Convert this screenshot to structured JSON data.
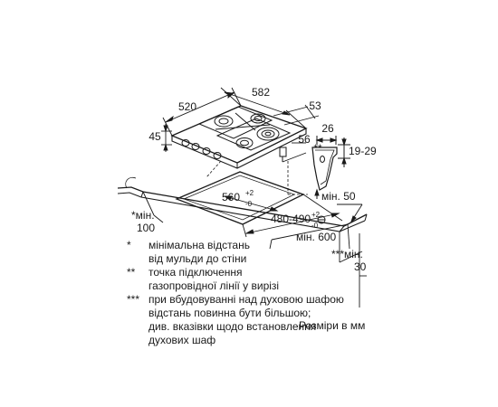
{
  "dimensions": {
    "d520": "520",
    "d582": "582",
    "d53": "53",
    "d45": "45",
    "d26": "26",
    "d56": "56",
    "d19_29": "19-29",
    "cutout_width_base": "560",
    "cutout_width_tol_plus": "+2",
    "cutout_width_tol_minus": "-0",
    "cutout_depth_base": "480-490",
    "cutout_depth_tol_plus": "+2",
    "cutout_depth_tol_minus": "-0",
    "min50": "мін. 50",
    "min600": "мін. 600",
    "min100_line1": "*мін.",
    "min100_line2": "100",
    "min30_line1": "***мін.",
    "min30_line2": "30",
    "connector_mark": "**"
  },
  "notes": [
    {
      "marker": "*",
      "lines": [
        "мінімальна відстань",
        "від мульди до стіни"
      ]
    },
    {
      "marker": "**",
      "lines": [
        "точка підключення",
        "газопровідної лінії у вирізі"
      ]
    },
    {
      "marker": "***",
      "lines": [
        "при вбудовуванні над духовою шафою",
        "відстань повинна бути більшою;",
        "див. вказівки щодо встановлення",
        "духових шаф"
      ]
    }
  ],
  "units_label": "Розміри в мм"
}
